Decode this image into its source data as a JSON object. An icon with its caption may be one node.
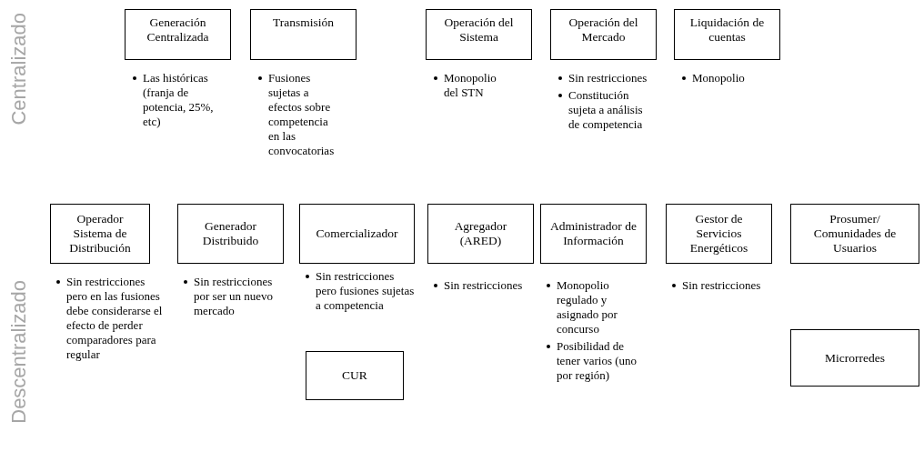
{
  "diagram": {
    "nodes": [
      {
        "text": [
          "Generación Centralizada"
        ],
        "beside": [
          "Las históricas (franja de potencia, 25%, etc)"
        ]
      },
      {
        "text": [
          "Transmisión"
        ],
        "beside": [
          "Fusiones sujetas a efectos sobre competencia en las convocatorias"
        ]
      },
      {
        "text": [
          "Operación del Sistema"
        ],
        "beside": [
          "Monopolio del STN"
        ]
      },
      {
        "text": [
          "Operación del Mercado"
        ],
        "beside": [
          "Sin restricciones",
          "Constitución sujeta a análisis de competencia"
        ]
      },
      {
        "text": [
          "Liquidación de cuentas"
        ],
        "beside": [
          "Monopolio"
        ]
      },
      {
        "text": [
          "Operador Sistema de Distribución"
        ],
        "beside": [
          "Sin restricciones pero en las fusiones debe considerarse el efecto de perder comparadores para regular"
        ]
      },
      {
        "text": [
          "Generador Distribuido"
        ],
        "beside": [
          "Sin restricciones por ser un nuevo mercado"
        ]
      },
      {
        "text": [
          "Comercializador"
        ],
        "beside": [
          "Sin restricciones pero fusiones sujetas a competencia"
        ]
      },
      {
        "text": [
          "CUR"
        ]
      },
      {
        "text": [
          "Agregador (ARED)"
        ],
        "beside": [
          "Sin restricciones"
        ]
      },
      {
        "text": [
          "Administrador de Información"
        ],
        "beside": [
          "Monopolio regulado y asignado por concurso",
          "Posibilidad de tener varios (uno por región)"
        ]
      },
      {
        "text": [
          "Gestor de Servicios Energéticos"
        ],
        "beside": [
          "Sin restricciones"
        ]
      },
      {
        "text": [
          "Prosumer/ Comunidades de Usuarios"
        ]
      },
      {
        "text": [
          "Microrredes"
        ]
      }
    ],
    "labels": [
      "Centralizado",
      "Descentralizado"
    ]
  }
}
